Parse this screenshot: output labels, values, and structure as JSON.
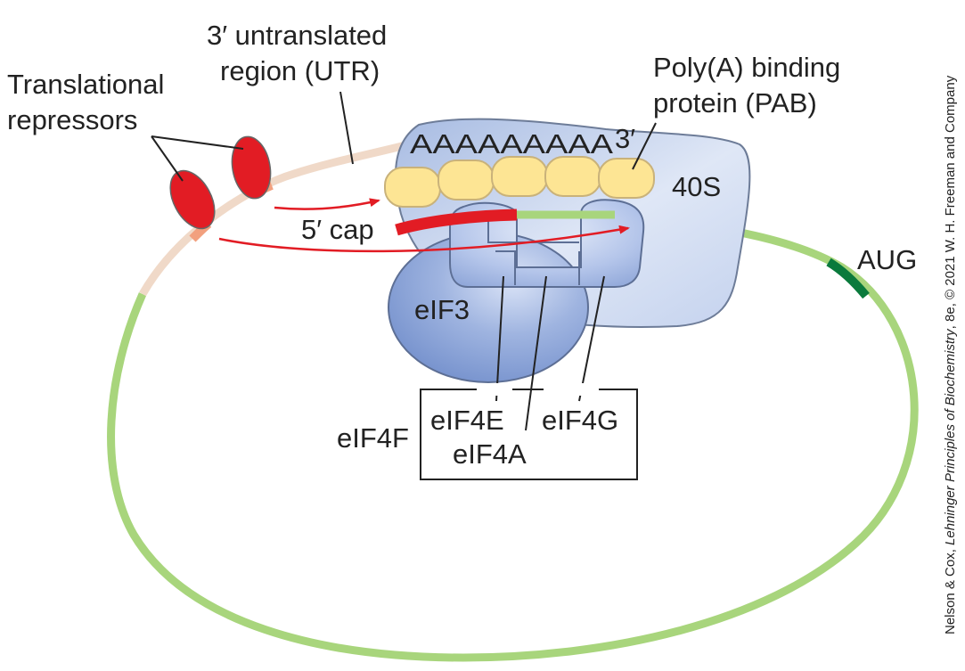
{
  "labels": {
    "utr_line1": "3′ untranslated",
    "utr_line2": "region (UTR)",
    "repressors_line1": "Translational",
    "repressors_line2": "repressors",
    "pab_line1": "Poly(A) binding",
    "pab_line2": "protein (PAB)",
    "polyA": "AAAAAAAAA",
    "three_prime": "3′",
    "five_prime_cap": "5′ cap",
    "ribosome_40s": "40S",
    "aug": "AUG",
    "eif3": "eIF3",
    "eif4f": "eIF4F",
    "eif4e": "eIF4E",
    "eif4a": "eIF4A",
    "eif4g": "eIF4G"
  },
  "credit": {
    "authors": "Nelson & Cox, ",
    "book": "Lehninger Principles of Biochemistry",
    "rest": ", 8e, © 2021 W. H. Freeman and Company"
  },
  "colors": {
    "mrna_coding": "#a8d57c",
    "mrna_utr": "#f0d9c8",
    "repressor_site": "#f2a07e",
    "aug_codon": "#0a7a3c",
    "repressor": "#e21c24",
    "cap": "#e21c24",
    "pab": "#fde594",
    "ribosome_40s": "#c9d6ef",
    "eif": "#7f98cf",
    "arrow": "#e21c24"
  }
}
